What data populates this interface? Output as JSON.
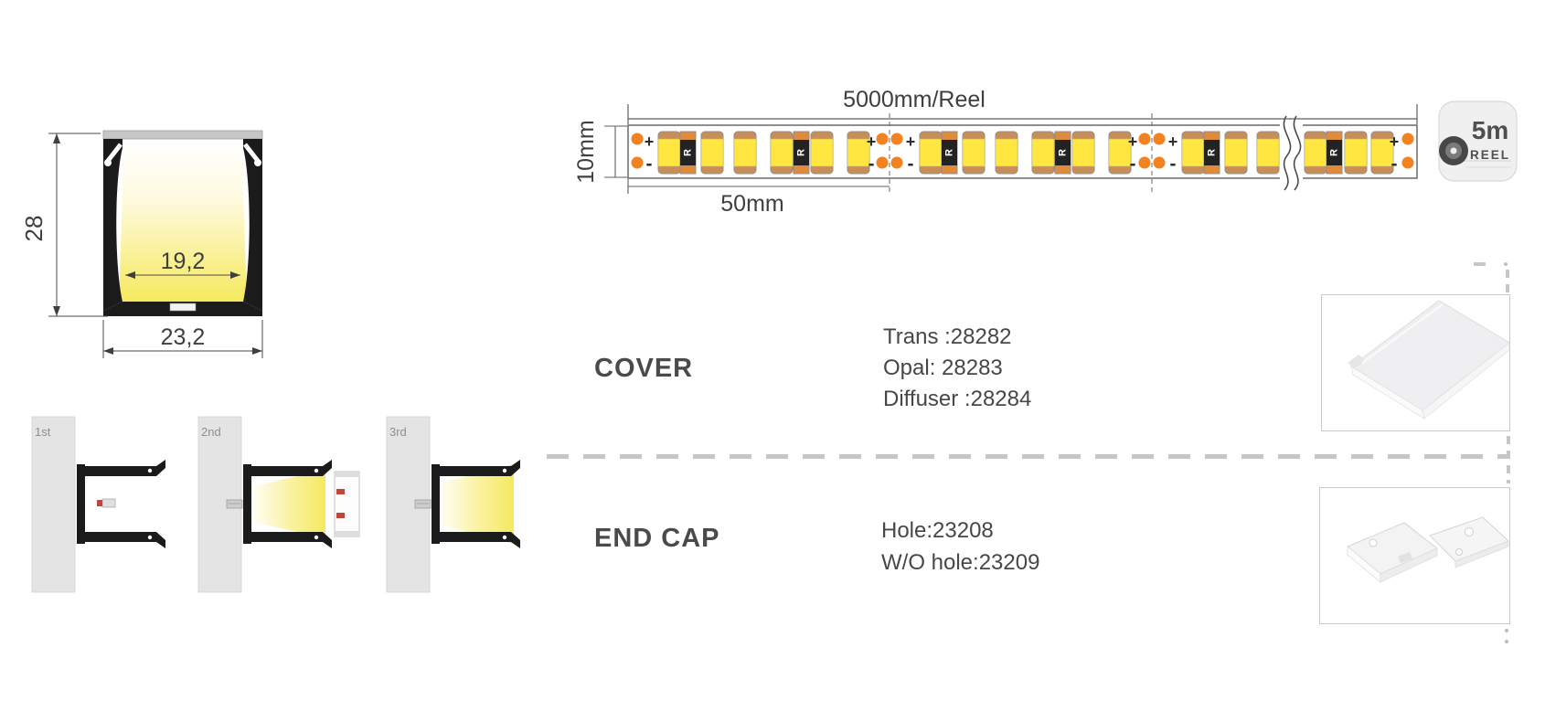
{
  "cross_section": {
    "height_label": "28",
    "inner_width_label": "19,2",
    "outer_width_label": "23,2"
  },
  "led_strip": {
    "reel_length_label": "5000mm/Reel",
    "width_label": "10mm",
    "cut_segment_label": "50mm",
    "resistor_label": "R",
    "plus_label": "+",
    "minus_label": "-",
    "reel_badge": {
      "size_label": "5m",
      "reel_label": "REEL"
    }
  },
  "installation_steps": [
    {
      "label": "1st"
    },
    {
      "label": "2nd"
    },
    {
      "label": "3rd"
    }
  ],
  "accessories": [
    {
      "title": "COVER",
      "lines": [
        "Trans :28282",
        "Opal: 28283",
        "Diffuser :28284"
      ]
    },
    {
      "title": "END CAP",
      "lines": [
        "Hole:23208",
        "W/O hole:23209"
      ]
    }
  ],
  "colors": {
    "led_yellow": "#FFE640",
    "solder_pad_orange": "#F28220",
    "beam_yellow": "#F5E95F",
    "profile_black": "#1B1B1B",
    "dimension_text": "#3F3F3F",
    "divider_gray": "#C6C6C6"
  },
  "icons": {
    "reel_badge_icon": "tape-reel",
    "strip_break_icon": "wave-break",
    "resistor_icon": "smd-resistor",
    "led_icon": "smd-led"
  }
}
